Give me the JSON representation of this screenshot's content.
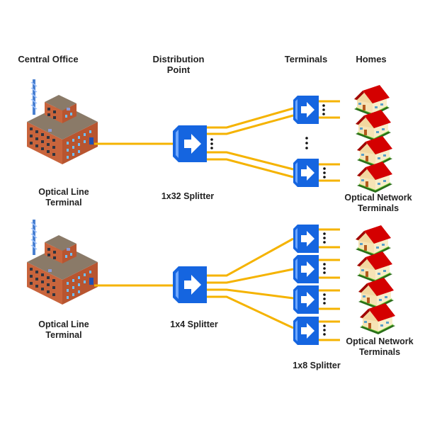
{
  "headers": {
    "central_office": "Central Office",
    "distribution_point_line1": "Distribution",
    "distribution_point_line2": "Point",
    "terminals": "Terminals",
    "homes": "Homes"
  },
  "top_network": {
    "olt_label_line1": "Optical Line",
    "olt_label_line2": "Terminal",
    "splitter_label": "1x32 Splitter",
    "terminal_count_shown": 2,
    "home_count_shown": 4,
    "ont_label_line1": "Optical Network",
    "ont_label_line2": "Terminals"
  },
  "bottom_network": {
    "olt_label_line1": "Optical Line",
    "olt_label_line2": "Terminal",
    "splitter_label": "1x4 Splitter",
    "secondary_splitter_label": "1x8 Splitter",
    "terminal_count_shown": 4,
    "home_count_shown": 4,
    "ont_label_line1": "Optical Network",
    "ont_label_line2": "Terminals"
  },
  "colors": {
    "fiber": "#F5B300",
    "splitter": "#1565E0",
    "roof": "#D40000",
    "building": "#C8643C"
  }
}
